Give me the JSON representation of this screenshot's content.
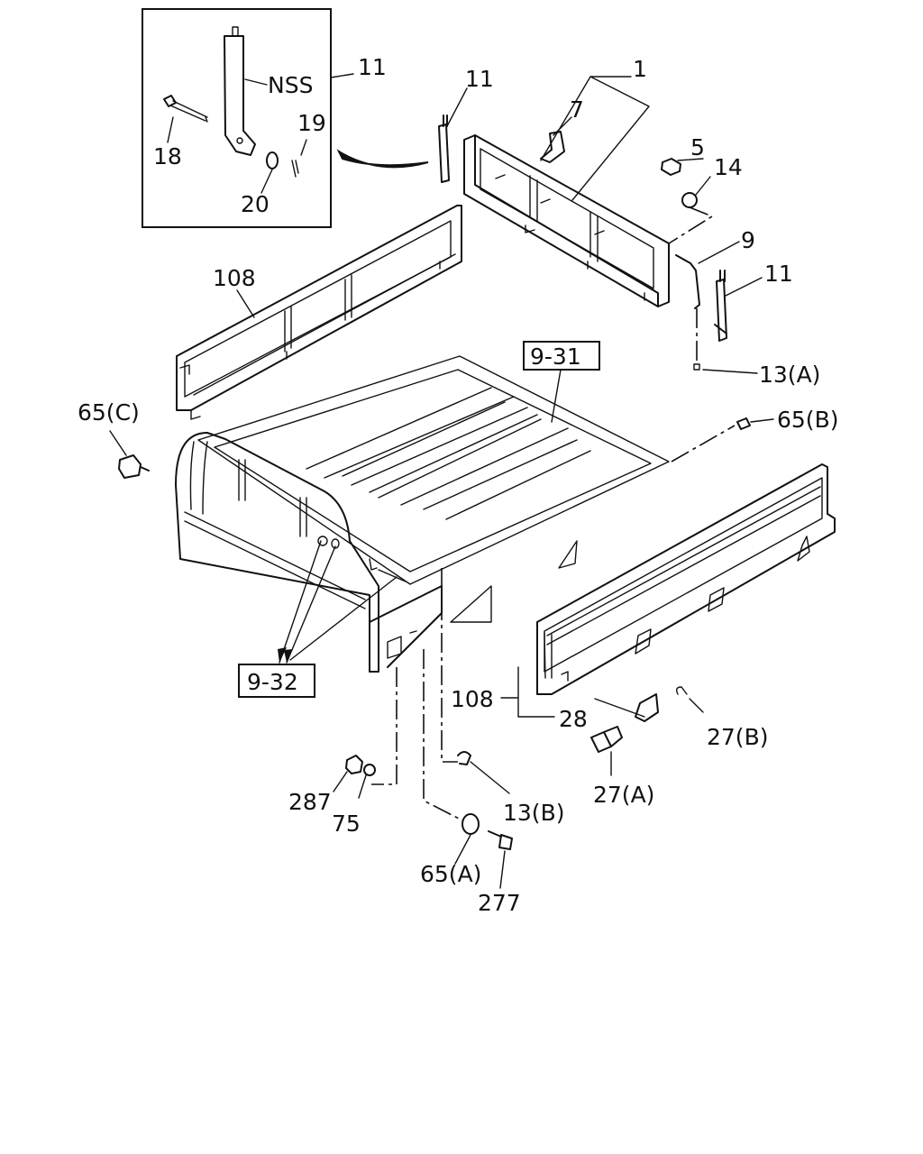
{
  "inset": {
    "nss_label": "NSS",
    "callouts": [
      "11",
      "19",
      "18",
      "20"
    ]
  },
  "references": {
    "floor_ref": "9-31",
    "bracket_ref": "9-32"
  },
  "callouts": {
    "c1": "1",
    "c7": "7",
    "c11a": "11",
    "c5": "5",
    "c14": "14",
    "c9": "9",
    "c11b": "11",
    "c13a": "13(A)",
    "c108a": "108",
    "c65c": "65(C)",
    "c65b": "65(B)",
    "c108b": "108",
    "c28": "28",
    "c27b": "27(B)",
    "c27a": "27(A)",
    "c287": "287",
    "c75": "75",
    "c13b": "13(B)",
    "c65a": "65(A)",
    "c277": "277"
  }
}
